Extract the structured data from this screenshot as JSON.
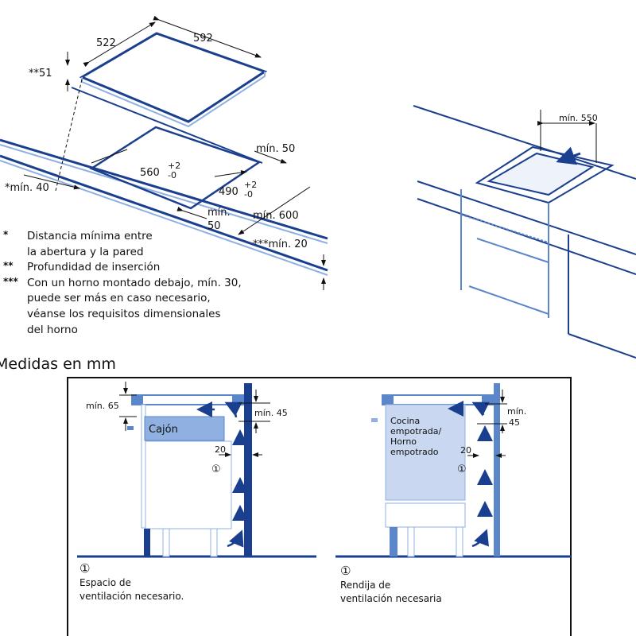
{
  "top_diagram": {
    "dimensions": {
      "depth": "522",
      "width": "592",
      "insertion_depth": "**51",
      "cutout_width": "560",
      "cutout_width_tol": [
        "+2",
        "-0"
      ],
      "cutout_depth": "490",
      "cutout_depth_tol": [
        "+2",
        "-0"
      ],
      "min_wall": "*mín. 40",
      "min_back": "mín. 50",
      "min_front_a": "mín.",
      "min_front_b": "50",
      "min_600": "mín. 600",
      "min_20": "***mín. 20"
    },
    "perspective": {
      "min_550": "mín. 550"
    }
  },
  "notes": [
    {
      "marker": "*",
      "lines": [
        "Distancia mínima entre",
        "la abertura y la pared"
      ]
    },
    {
      "marker": "**",
      "lines": [
        "Profundidad de inserción"
      ]
    },
    {
      "marker": "***",
      "lines": [
        "Con un horno montado debajo, mín. 30,",
        "puede ser más en caso necesario,",
        "véanse los requisitos dimensionales",
        "del horno"
      ]
    }
  ],
  "units_title": "Medidas en mm",
  "left_panel": {
    "min_65": "mín. 65",
    "min_45": "mín.  45",
    "drawer": "Cajón",
    "gap": "20",
    "marker": "①",
    "caption_marker": "①",
    "caption": [
      "Espacio de",
      "ventilación necesario."
    ]
  },
  "right_panel": {
    "appliance": [
      "Cocina",
      "empotrada/",
      "Horno",
      "empotrado"
    ],
    "min_a": "mín.",
    "min_b": "45",
    "gap": "20",
    "marker": "①",
    "caption_marker": "①",
    "caption": [
      "Rendija de",
      "ventilación necesaria"
    ]
  },
  "colors": {
    "dark_blue": "#1b3f8f",
    "mid_blue": "#5b86c9",
    "light_blue": "#c9d8f0",
    "pale_blue": "#e4ecf8"
  }
}
